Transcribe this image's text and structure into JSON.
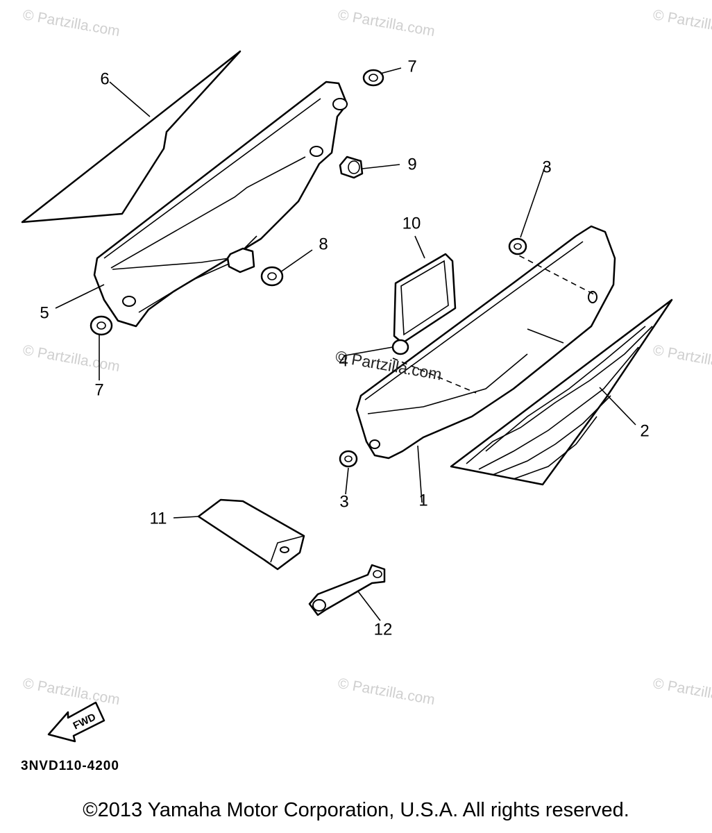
{
  "watermark": "© Partzilla.com",
  "center_watermark": "© Partzilla.com",
  "part_numbers": {
    "p1": "1",
    "p2": "2",
    "p3a": "3",
    "p3b": "3",
    "p4": "4",
    "p5": "5",
    "p6": "6",
    "p7a": "7",
    "p7b": "7",
    "p8": "8",
    "p9": "9",
    "p10": "10",
    "p11": "11",
    "p12": "12"
  },
  "fwd_label": "FWD",
  "diagram_code": "3NVD110-4200",
  "copyright": "©2013  Yamaha Motor Corporation, U.S.A. All rights reserved."
}
